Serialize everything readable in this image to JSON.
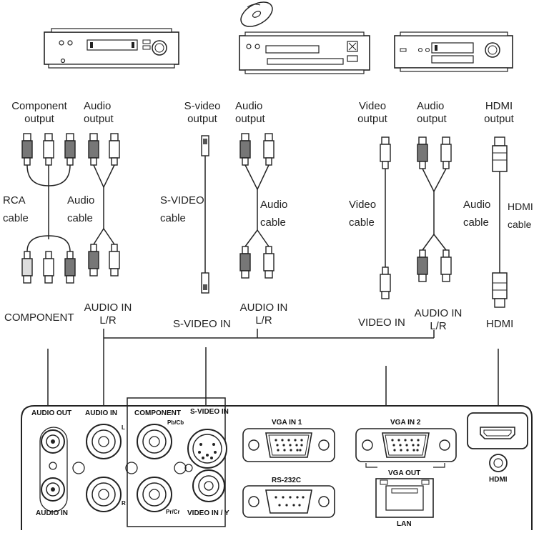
{
  "devices": [
    {
      "name": "vcr-device"
    },
    {
      "name": "dvd-player-device"
    },
    {
      "name": "av-receiver-device"
    }
  ],
  "labels": {
    "component_output": [
      "Component",
      "output"
    ],
    "audio_output_1": [
      "Audio",
      "output"
    ],
    "svideo_output": [
      "S-video",
      "output"
    ],
    "audio_output_2": [
      "Audio",
      "output"
    ],
    "video_output": [
      "Video",
      "output"
    ],
    "audio_output_3": [
      "Audio",
      "output"
    ],
    "hdmi_output": [
      "HDMI",
      "output"
    ],
    "rca_cable": [
      "RCA",
      "cable"
    ],
    "audio_cable_1": [
      "Audio",
      "cable"
    ],
    "svideo_cable": [
      "S-VIDEO",
      "cable"
    ],
    "audio_cable_2": [
      "Audio",
      "cable"
    ],
    "video_cable": [
      "Video",
      "cable"
    ],
    "audio_cable_3": [
      "Audio",
      "cable"
    ],
    "hdmi_cable": [
      "HDMI",
      "cable"
    ],
    "component_in": "COMPONENT",
    "audio_in_lr_1": [
      "AUDIO IN",
      "L/R"
    ],
    "svideo_in": "S-VIDEO IN",
    "audio_in_lr_2": [
      "AUDIO IN",
      "L/R"
    ],
    "video_in": "VIDEO IN",
    "audio_in_lr_3": [
      "AUDIO IN",
      "L/R"
    ],
    "hdmi_in": "HDMI"
  },
  "panel": {
    "audio_out": "AUDIO OUT",
    "audio_in_top": "AUDIO IN",
    "component": "COMPONENT",
    "svideo_in": "S-VIDEO IN",
    "vga_in_1": "VGA IN 1",
    "vga_in_2": "VGA IN 2",
    "rs232c": "RS-232C",
    "vga_out": "VGA OUT",
    "lan": "LAN",
    "hdmi": "HDMI",
    "audio_in_bottom": "AUDIO IN",
    "video_in_y": "VIDEO IN / Y",
    "pb_cb": "Pb/Cb",
    "pr_cr": "Pr/Cr",
    "l": "L",
    "r": "R"
  },
  "colors": {
    "line": "#222222",
    "dark_plug": "#777777",
    "panel_fill": "#ffffff"
  }
}
